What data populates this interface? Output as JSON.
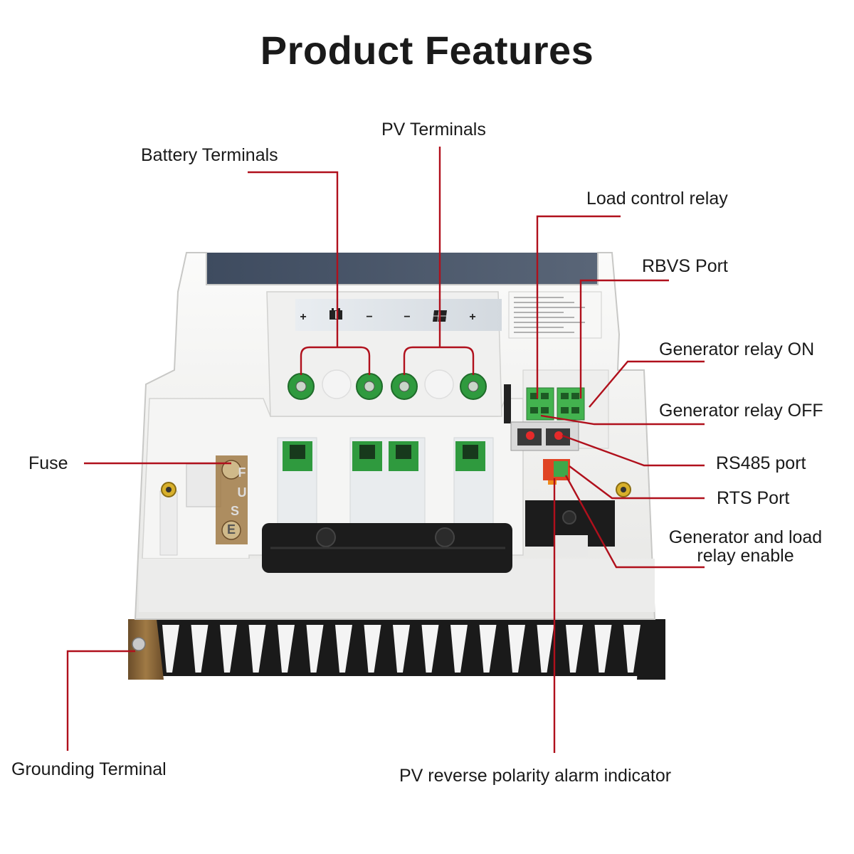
{
  "title": "Product Features",
  "labels": {
    "battery_terminals": "Battery Terminals",
    "pv_terminals": "PV Terminals",
    "load_control_relay": "Load control relay",
    "rbvs_port": "RBVS Port",
    "generator_relay_on": "Generator relay ON",
    "generator_relay_off": "Generator relay OFF",
    "rs485_port": "RS485 port",
    "rts_port": "RTS Port",
    "generator_load_enable_line1": "Generator and load",
    "generator_load_enable_line2": "relay enable",
    "fuse": "Fuse",
    "grounding_terminal": "Grounding Terminal",
    "pv_reverse_alarm": "PV reverse polarity alarm indicator"
  },
  "device_markings": {
    "plus_left": "+",
    "minus_left": "−",
    "minus_right": "−",
    "plus_right": "+",
    "fuse_letters": [
      "F",
      "U",
      "S",
      "E"
    ]
  },
  "colors": {
    "leader_line": "#b0101c",
    "terminal_green": "#2f9a3e",
    "heatsink": "#151515",
    "housing": "#f1f1f0"
  },
  "icons": [
    "battery-icon",
    "solar-panel-icon"
  ]
}
